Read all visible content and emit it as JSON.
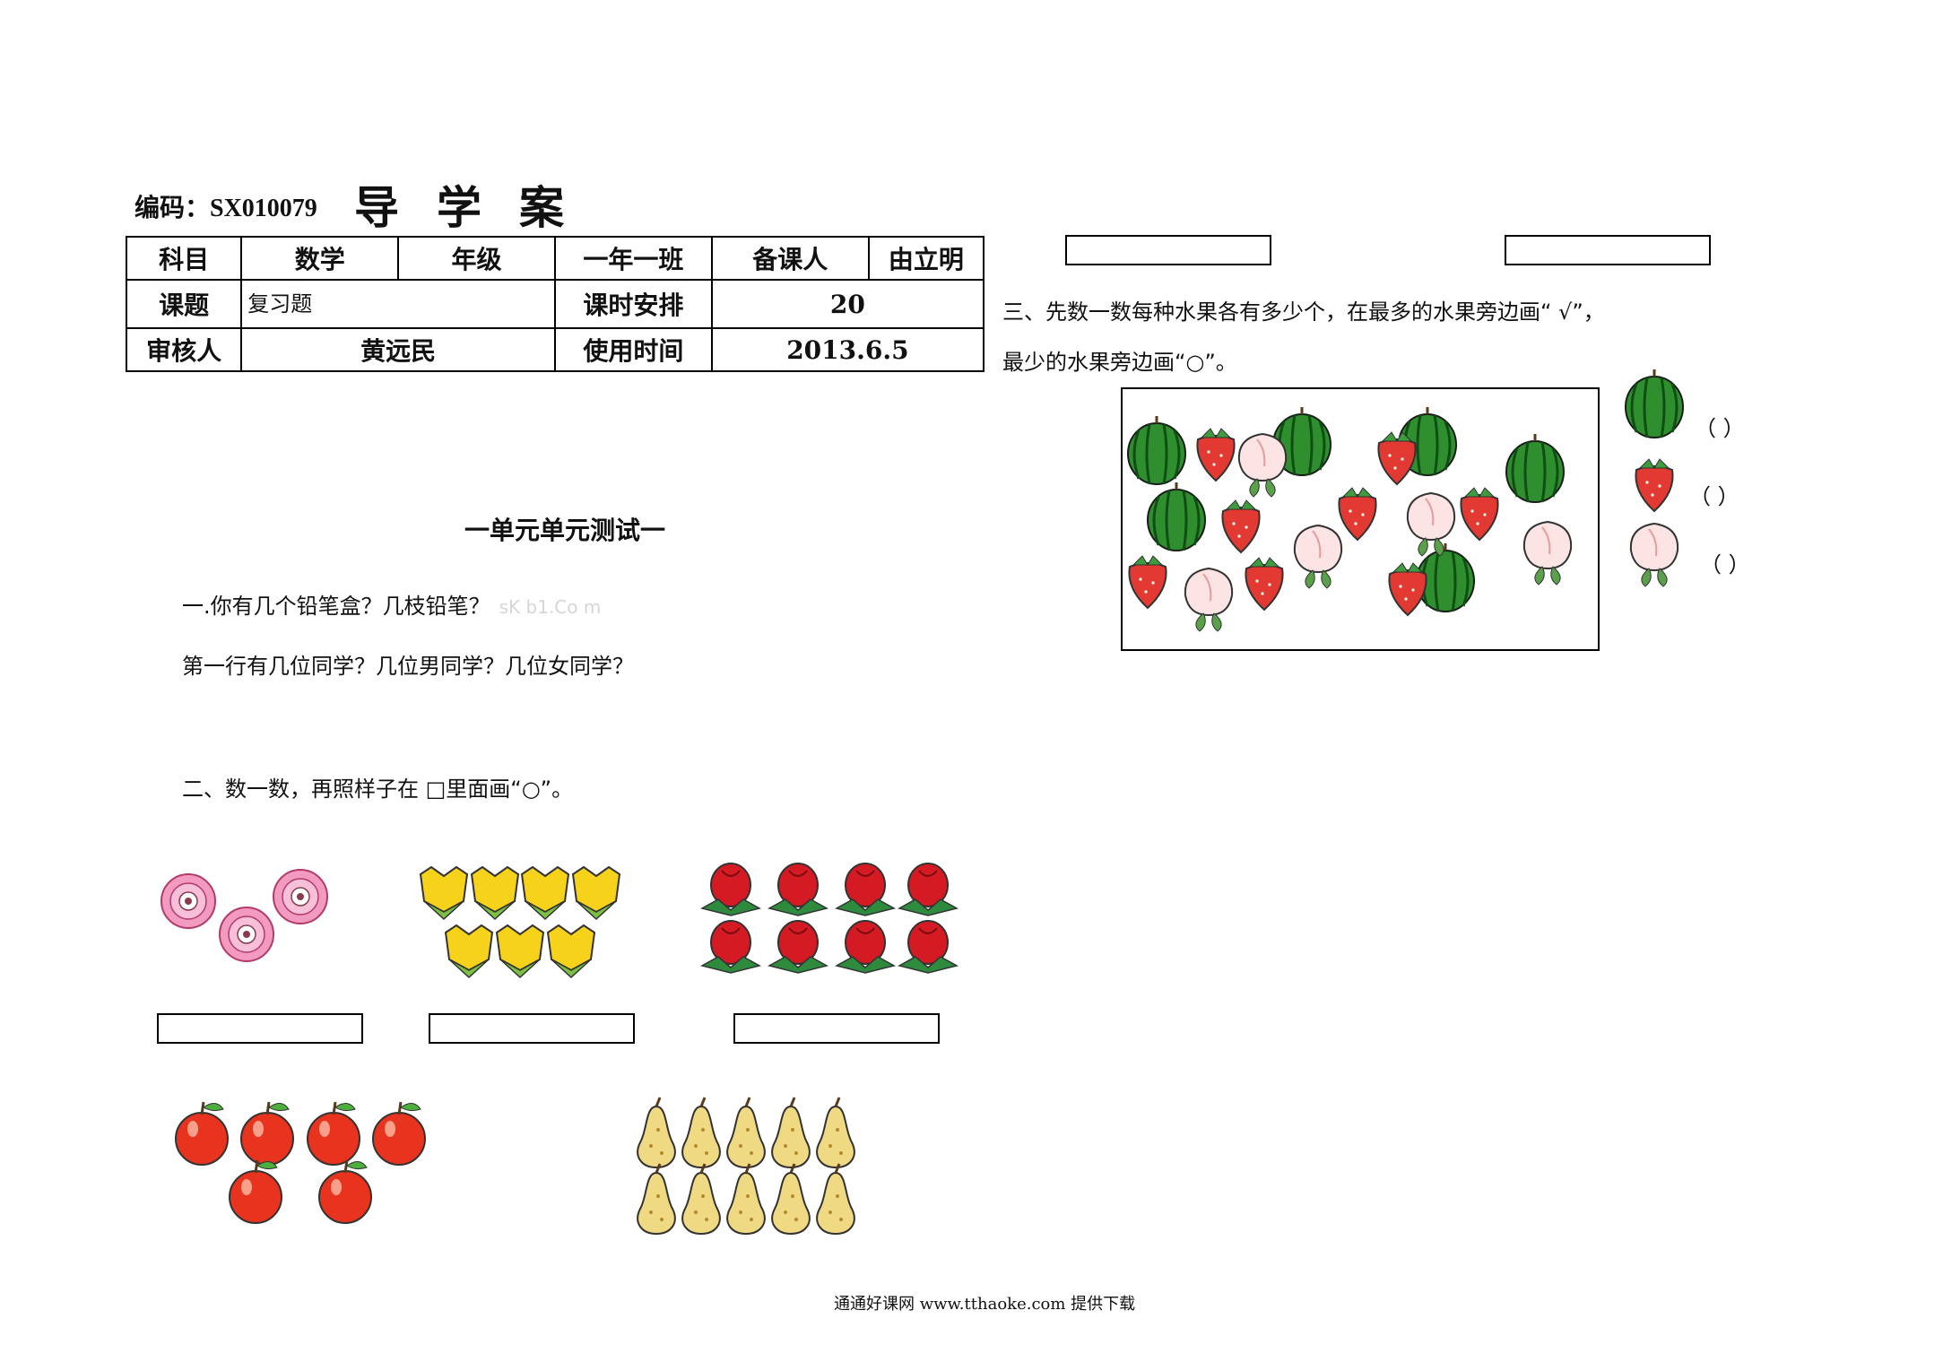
{
  "header": {
    "code_label": "编码：SX010079",
    "title": "导学案"
  },
  "info_table": {
    "subject_label": "科目",
    "subject_value": "数学",
    "grade_label": "年级",
    "grade_value": "一年一班",
    "preparer_label": "备课人",
    "preparer_value": "由立明",
    "topic_label": "课题",
    "topic_value": "复习题",
    "schedule_label": "课时安排",
    "schedule_value": "20",
    "reviewer_label": "审核人",
    "reviewer_value": "黄远民",
    "date_label": "使用时间",
    "date_value": "2013.6.5"
  },
  "left": {
    "unit_title": "一单元单元测试一",
    "q1_line1": "一.你有几个铅笔盒？几枝铅笔？",
    "q1_watermark": "sK b1.Co m",
    "q1_line2": "第一行有几位同学？几位男同学？几位女同学？",
    "q2": "二、数一数，再照样子在 □里面画“○”。"
  },
  "right": {
    "q3_line1": "三、先数一数每种水果各有多少个，在最多的水果旁边画“ √”，",
    "q3_line2": "最少的水果旁边画“○”。",
    "answer_parens": [
      "（        ）",
      "（        ）",
      "（        ）"
    ]
  },
  "footer": "通通好课网  www.tthaoke.com  提供下载",
  "colors": {
    "flower_pink": "#f29ac0",
    "tulip_yellow": "#f6d21a",
    "rose_red": "#d41b24",
    "apple_red": "#e8331f",
    "pear_yellow": "#f0d983",
    "watermelon_green": "#2f8f2f",
    "strawberry_red": "#e23a32",
    "peach_pink": "#fbd6d6"
  }
}
